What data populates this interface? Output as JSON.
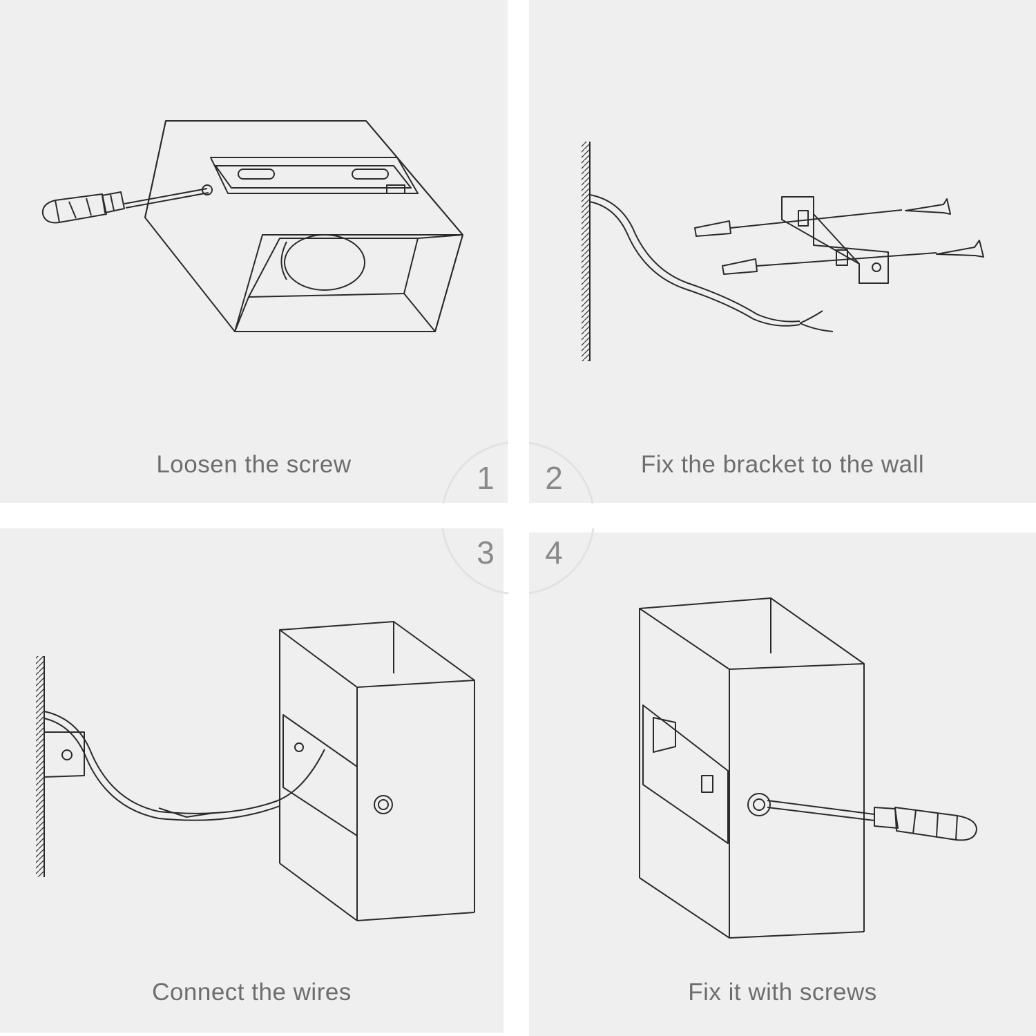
{
  "steps": [
    {
      "number": "1",
      "caption": "Loosen the screw"
    },
    {
      "number": "2",
      "caption": "Fix the bracket to the wall"
    },
    {
      "number": "3",
      "caption": "Connect the wires"
    },
    {
      "number": "4",
      "caption": "Fix it with screws"
    }
  ],
  "colors": {
    "panel_background": "#efefef",
    "line_art": "#2a2a2a",
    "caption_text": "#6d6d6d",
    "step_number": "#8a8a8a",
    "circle_stroke": "#e2e2e2"
  },
  "icons": [
    "screwdriver-icon",
    "lamp-housing",
    "wall-bracket",
    "wall-anchor-icon",
    "wood-screw-icon",
    "wall-hatch"
  ]
}
